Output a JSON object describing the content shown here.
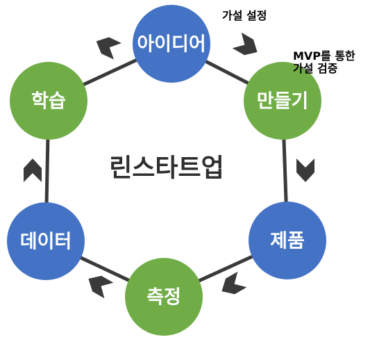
{
  "diagram": {
    "center_title": "린스타트업",
    "nodes": [
      {
        "id": "idea",
        "label": "아이디어",
        "color": "#4472c4"
      },
      {
        "id": "build",
        "label": "만들기",
        "color": "#70ad47"
      },
      {
        "id": "product",
        "label": "제품",
        "color": "#4472c4"
      },
      {
        "id": "measure",
        "label": "측정",
        "color": "#70ad47"
      },
      {
        "id": "data",
        "label": "데이터",
        "color": "#4472c4"
      },
      {
        "id": "learn",
        "label": "학습",
        "color": "#70ad47"
      }
    ],
    "annotations": {
      "hypothesis": "가설 설정",
      "mvp_line1": "MVP를 통한",
      "mvp_line2": "가설 검증"
    },
    "colors": {
      "ring": "#3a3a3a",
      "arrow": "#3a3a3a",
      "blue_node": "#4472c4",
      "green_node": "#70ad47"
    },
    "icons": [
      "chevron-arrow-icon"
    ]
  }
}
